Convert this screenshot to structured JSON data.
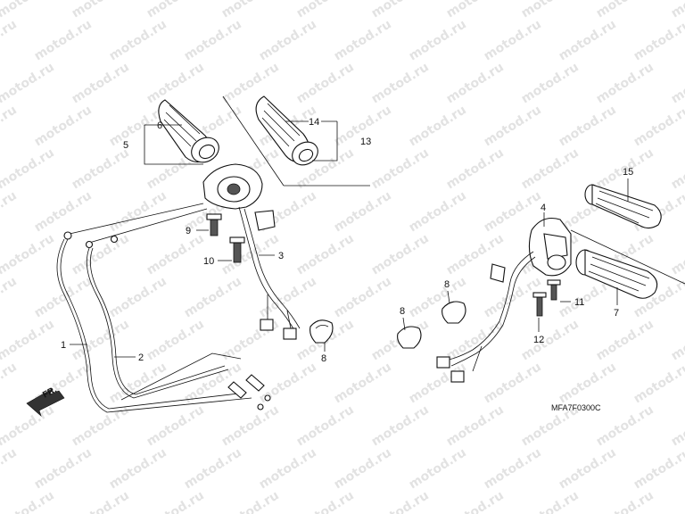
{
  "diagram": {
    "drawing_code": "MFA7F0300C",
    "direction_label": "FR.",
    "watermark_text": "motod.ru",
    "callouts": {
      "c1": "1",
      "c2": "2",
      "c3": "3",
      "c4": "4",
      "c5": "5",
      "c6": "6",
      "c7": "7",
      "c8a": "8",
      "c8b": "8",
      "c8c": "8",
      "c9": "9",
      "c10": "10",
      "c11": "11",
      "c12": "12",
      "c13": "13",
      "c14": "14",
      "c15": "15"
    }
  }
}
